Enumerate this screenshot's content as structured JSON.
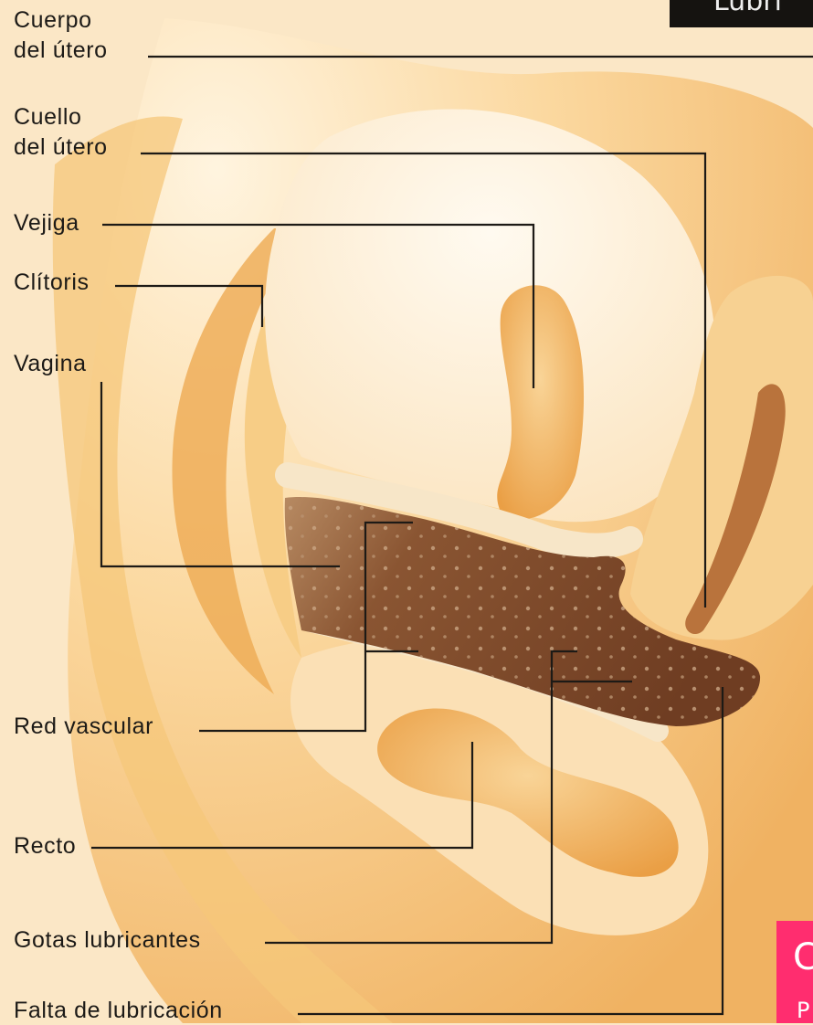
{
  "banner": {
    "text": "Lubri"
  },
  "badge": {
    "line1": "C",
    "line2": "P"
  },
  "labels": {
    "cuerpo_utero": [
      "Cuerpo",
      "del útero"
    ],
    "cuello_utero": [
      "Cuello",
      "del útero"
    ],
    "vejiga": "Vejiga",
    "clitoris": "Clítoris",
    "vagina": "Vagina",
    "red_vascular": "Red vascular",
    "recto": "Recto",
    "gotas_lubricantes": "Gotas lubricantes",
    "falta_lubricacion": "Falta de lubricación"
  },
  "colors": {
    "tissue_light": "#fbe7c6",
    "tissue_mid": "#f6c779",
    "tissue_dark": "#eeaa52",
    "vaginal_wall": "#7e4a2c",
    "leader_line": "#1d1a16",
    "banner": "#151310",
    "badge": "#ff2d6f"
  }
}
